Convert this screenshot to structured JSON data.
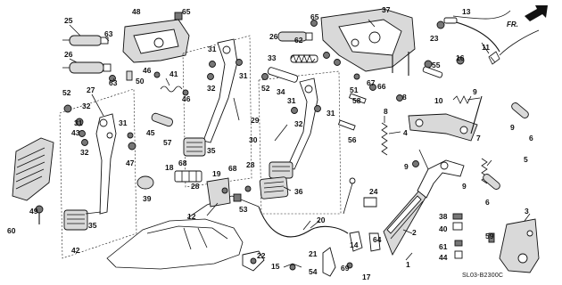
{
  "diagram": {
    "code": "SL03-B2300C",
    "direction": "FR."
  },
  "labels": [
    {
      "key": "l1",
      "text": "25"
    },
    {
      "key": "l2",
      "text": "63"
    },
    {
      "key": "l3",
      "text": "26"
    },
    {
      "key": "l4",
      "text": "63"
    },
    {
      "key": "l5",
      "text": "50"
    },
    {
      "key": "l6",
      "text": "27"
    },
    {
      "key": "l7",
      "text": "52"
    },
    {
      "key": "l8",
      "text": "32"
    },
    {
      "key": "l9",
      "text": "31"
    },
    {
      "key": "l10",
      "text": "31"
    },
    {
      "key": "l11",
      "text": "43"
    },
    {
      "key": "l12",
      "text": "32"
    },
    {
      "key": "l13",
      "text": "47"
    },
    {
      "key": "l14",
      "text": "45"
    },
    {
      "key": "l15",
      "text": "57"
    },
    {
      "key": "l16",
      "text": "49"
    },
    {
      "key": "l17",
      "text": "60"
    },
    {
      "key": "l18",
      "text": "35"
    },
    {
      "key": "l19",
      "text": "42"
    },
    {
      "key": "l20",
      "text": "48"
    },
    {
      "key": "l21",
      "text": "65"
    },
    {
      "key": "l22",
      "text": "46"
    },
    {
      "key": "l23",
      "text": "41"
    },
    {
      "key": "l24",
      "text": "46"
    },
    {
      "key": "l25",
      "text": "31"
    },
    {
      "key": "l26",
      "text": "31"
    },
    {
      "key": "l27",
      "text": "32"
    },
    {
      "key": "l28",
      "text": "29"
    },
    {
      "key": "l29",
      "text": "35"
    },
    {
      "key": "l30",
      "text": "68"
    },
    {
      "key": "l31",
      "text": "18"
    },
    {
      "key": "l32",
      "text": "19"
    },
    {
      "key": "l33",
      "text": "28"
    },
    {
      "key": "l34",
      "text": "39"
    },
    {
      "key": "l35",
      "text": "68"
    },
    {
      "key": "l36",
      "text": "28"
    },
    {
      "key": "l37",
      "text": "12"
    },
    {
      "key": "l38",
      "text": "53"
    },
    {
      "key": "l39",
      "text": "22"
    },
    {
      "key": "l40",
      "text": "15"
    },
    {
      "key": "l41",
      "text": "54"
    },
    {
      "key": "l42",
      "text": "26"
    },
    {
      "key": "l43",
      "text": "62"
    },
    {
      "key": "l44",
      "text": "65"
    },
    {
      "key": "l45",
      "text": "33"
    },
    {
      "key": "l46",
      "text": "52"
    },
    {
      "key": "l47",
      "text": "34"
    },
    {
      "key": "l48",
      "text": "31"
    },
    {
      "key": "l49",
      "text": "31"
    },
    {
      "key": "l50",
      "text": "32"
    },
    {
      "key": "l51",
      "text": "30"
    },
    {
      "key": "l52",
      "text": "36"
    },
    {
      "key": "l53",
      "text": "20"
    },
    {
      "key": "l54",
      "text": "24"
    },
    {
      "key": "l55",
      "text": "21"
    },
    {
      "key": "l56",
      "text": "69"
    },
    {
      "key": "l57",
      "text": "14"
    },
    {
      "key": "l58",
      "text": "64"
    },
    {
      "key": "l59",
      "text": "17"
    },
    {
      "key": "l60",
      "text": "37"
    },
    {
      "key": "l61",
      "text": "58"
    },
    {
      "key": "l62",
      "text": "56"
    },
    {
      "key": "l63",
      "text": "51"
    },
    {
      "key": "l64",
      "text": "67"
    },
    {
      "key": "l65",
      "text": "66"
    },
    {
      "key": "l66",
      "text": "8"
    },
    {
      "key": "l67",
      "text": "8"
    },
    {
      "key": "l68",
      "text": "4"
    },
    {
      "key": "l69",
      "text": "9"
    },
    {
      "key": "l70",
      "text": "23"
    },
    {
      "key": "l71",
      "text": "13"
    },
    {
      "key": "l72",
      "text": "55"
    },
    {
      "key": "l73",
      "text": "16"
    },
    {
      "key": "l74",
      "text": "11"
    },
    {
      "key": "l75",
      "text": "10"
    },
    {
      "key": "l76",
      "text": "9"
    },
    {
      "key": "l77",
      "text": "7"
    },
    {
      "key": "l78",
      "text": "9"
    },
    {
      "key": "l79",
      "text": "6"
    },
    {
      "key": "l80",
      "text": "5"
    },
    {
      "key": "l81",
      "text": "9"
    },
    {
      "key": "l82",
      "text": "6"
    },
    {
      "key": "l83",
      "text": "2"
    },
    {
      "key": "l84",
      "text": "1"
    },
    {
      "key": "l85",
      "text": "38"
    },
    {
      "key": "l86",
      "text": "40"
    },
    {
      "key": "l87",
      "text": "61"
    },
    {
      "key": "l88",
      "text": "44"
    },
    {
      "key": "l89",
      "text": "3"
    },
    {
      "key": "l90",
      "text": "59"
    }
  ]
}
